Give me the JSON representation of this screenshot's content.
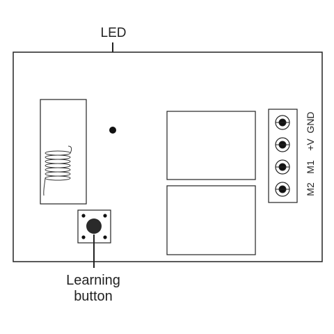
{
  "labels": {
    "led": "LED",
    "learning_line1": "Learning",
    "learning_line2": "button"
  },
  "terminals": [
    "GND",
    "+V",
    "M1",
    "M2"
  ],
  "colors": {
    "stroke": "#222222",
    "background": "#ffffff"
  }
}
